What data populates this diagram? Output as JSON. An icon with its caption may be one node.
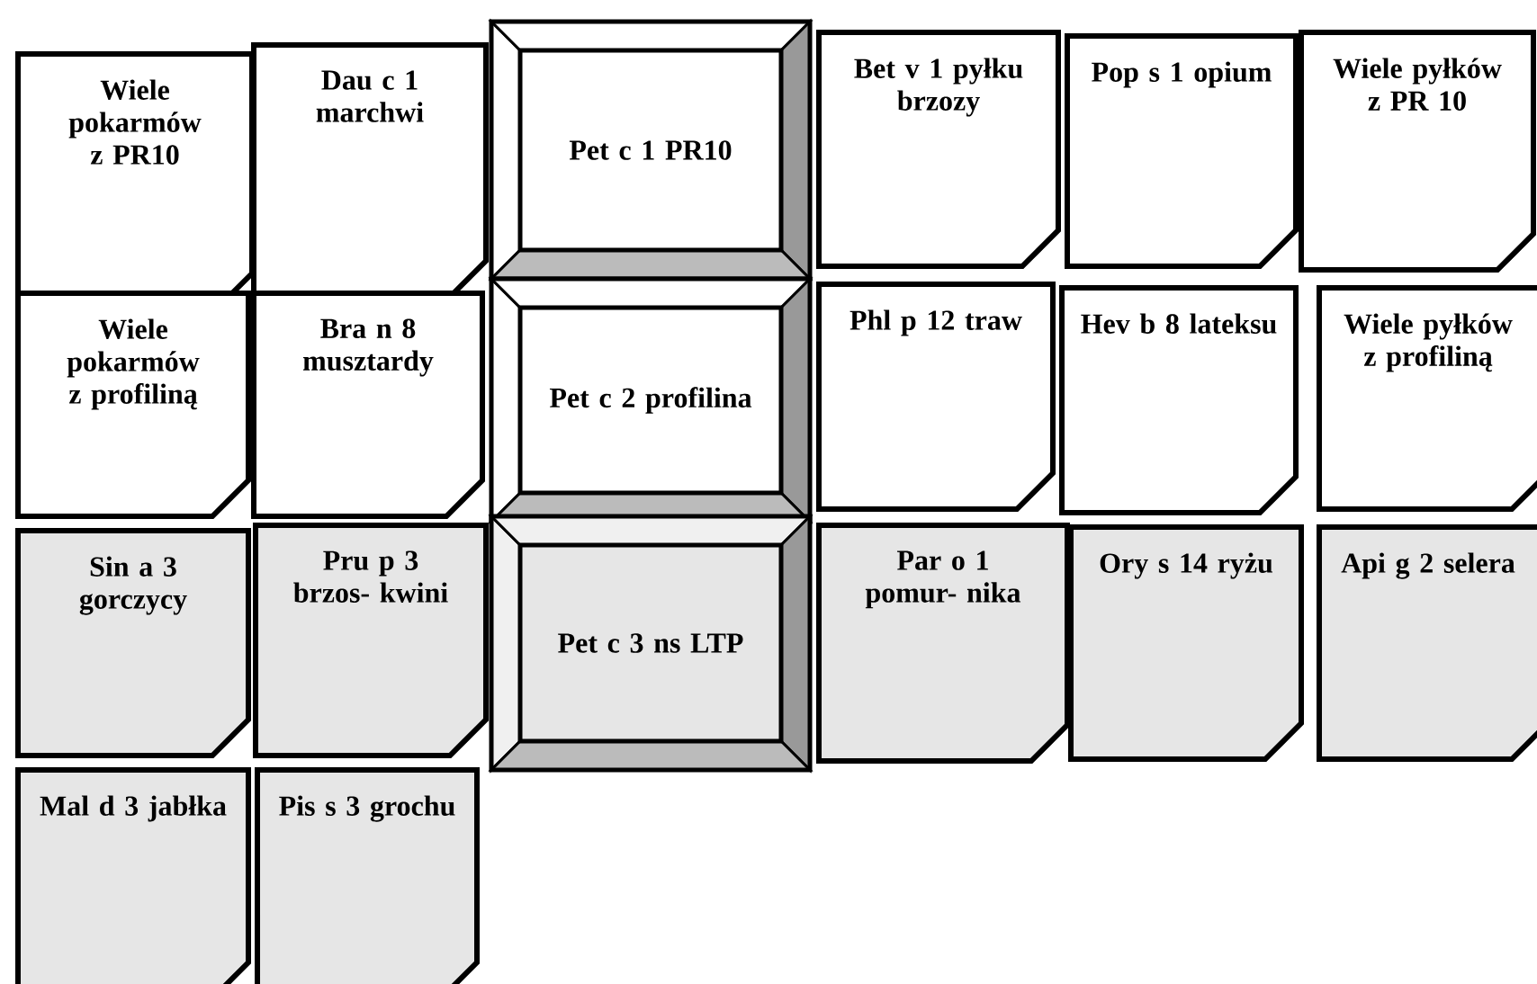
{
  "diagram": {
    "nodes": [
      {
        "text": [
          "Wiele pokarmów z PR10"
        ]
      },
      {
        "text": [
          "Dau c 1 marchwi"
        ]
      },
      {
        "text": [
          "Pet c 1 PR10"
        ]
      },
      {
        "text": [
          "Bet v 1 pyłku brzozy"
        ]
      },
      {
        "text": [
          "Pop s 1 opium"
        ]
      },
      {
        "text": [
          "Wiele pyłków z PR 10"
        ]
      },
      {
        "text": [
          "Wiele pokarmów z profiliną"
        ]
      },
      {
        "text": [
          "Bra n 8 musztardy"
        ]
      },
      {
        "text": [
          "Pet c 2 profilina"
        ]
      },
      {
        "text": [
          "Phl p 12 traw"
        ]
      },
      {
        "text": [
          "Hev b 8 lateksu"
        ]
      },
      {
        "text": [
          "Wiele pyłków z profiliną"
        ]
      },
      {
        "text": [
          "Sin a 3 gorczycy"
        ]
      },
      {
        "text": [
          "Pru p 3 brzos- kwini"
        ]
      },
      {
        "text": [
          "Pet c 3 ns LTP"
        ]
      },
      {
        "text": [
          "Par o 1 pomur- nika"
        ]
      },
      {
        "text": [
          "Ory s 14 ryżu"
        ]
      },
      {
        "text": [
          "Api g 2 selera"
        ]
      },
      {
        "text": [
          "Mal d 3 jabłka"
        ]
      },
      {
        "text": [
          "Pis s 3 grochu"
        ]
      }
    ]
  }
}
